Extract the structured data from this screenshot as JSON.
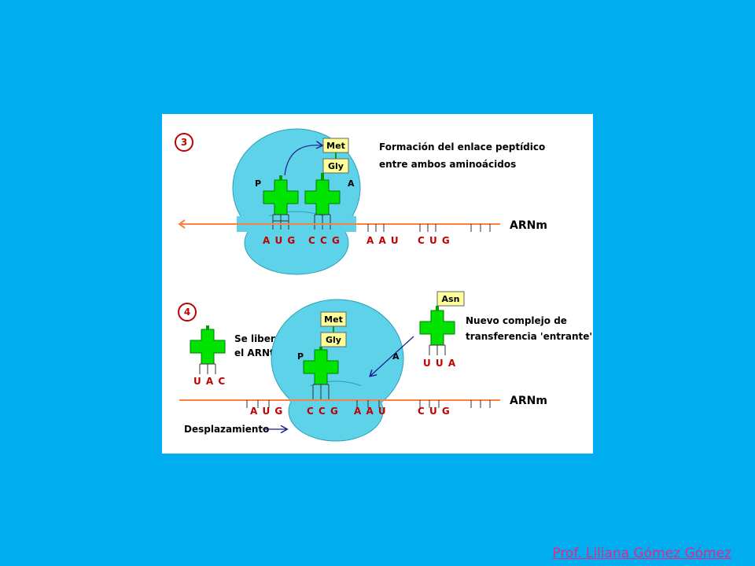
{
  "step3": {
    "number": "3",
    "site_p": "P",
    "site_a": "A",
    "aa_met": "Met",
    "aa_gly": "Gly",
    "caption_line1": "Formación del enlace peptídico",
    "caption_line2": "entre ambos aminoácidos",
    "mrna_label": "ARNm",
    "codons": [
      "A U G",
      "C C G",
      "A A U",
      "C U G"
    ]
  },
  "step4": {
    "number": "4",
    "site_p": "P",
    "site_a": "A",
    "aa_met": "Met",
    "aa_gly": "Gly",
    "aa_asn": "Asn",
    "released_line1": "Se libera",
    "released_line2": "el ARNt",
    "released_anticodon": "U A C",
    "incoming_line1": "Nuevo complejo de",
    "incoming_line2": "transferencia 'entrante'",
    "incoming_anticodon": "U U A",
    "mrna_label": "ARNm",
    "codons": [
      "A U G",
      "C C G",
      "A A U",
      "C U G"
    ],
    "displacement": "Desplazamiento"
  },
  "footer": {
    "credit": "Prof. Liliana Gómez Gómez"
  },
  "colors": {
    "background": "#00aeef",
    "ribosome": "#5ed2e8",
    "trna": "#00e400",
    "amino_box": "#ffff99",
    "mrna": "#ff7f3f",
    "codon_text": "#c00000",
    "credit": "#e8248a"
  }
}
